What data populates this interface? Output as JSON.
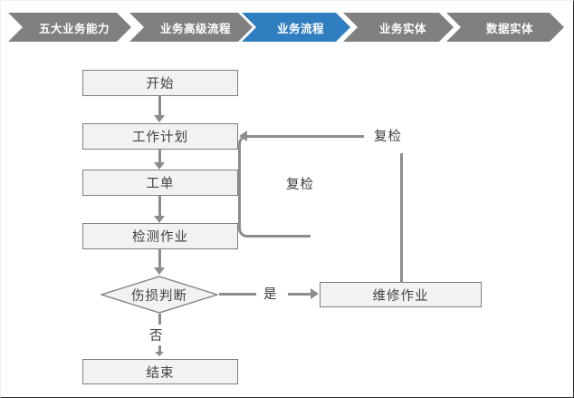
{
  "breadcrumb": {
    "items": [
      {
        "label": "五大业务能力",
        "state": "inactive",
        "color": "#808080"
      },
      {
        "label": "业务高级流程",
        "state": "inactive",
        "color": "#808080"
      },
      {
        "label": "业务流程",
        "state": "active",
        "color": "#2f7ec0"
      },
      {
        "label": "业务实体",
        "state": "inactive",
        "color": "#808080"
      },
      {
        "label": "数据实体",
        "state": "inactive",
        "color": "#808080"
      }
    ]
  },
  "flowchart": {
    "nodes": {
      "start": {
        "label": "开始",
        "shape": "rectangle"
      },
      "work_plan": {
        "label": "工作计划",
        "shape": "rectangle"
      },
      "work_order": {
        "label": "工单",
        "shape": "rectangle"
      },
      "inspection": {
        "label": "检测作业",
        "shape": "rectangle"
      },
      "damage_decision": {
        "label": "伤损判断",
        "shape": "diamond"
      },
      "repair": {
        "label": "维修作业",
        "shape": "rectangle"
      },
      "end": {
        "label": "结束",
        "shape": "rectangle"
      }
    },
    "edge_labels": {
      "recheck_inspection": "复检",
      "recheck_repair": "复检",
      "yes": "是",
      "no": "否"
    },
    "colors": {
      "node_fill": "#f2f2f2",
      "node_border": "#808080",
      "connector": "#8c8c8c",
      "text": "#404040"
    }
  }
}
